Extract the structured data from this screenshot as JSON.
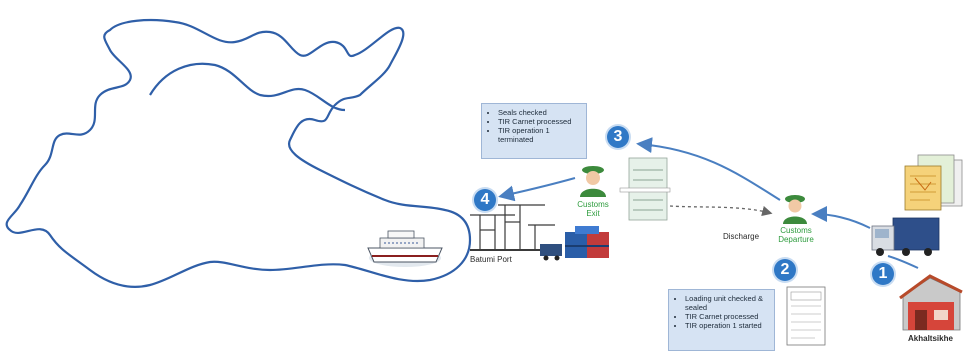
{
  "callouts": {
    "exit": {
      "items": [
        "Seals checked",
        "TIR Carnet processed",
        "TIR operation 1 terminated"
      ]
    },
    "departure": {
      "items": [
        "Loading unit checked & sealed",
        "TIR Carnet processed",
        "TIR operation 1 started"
      ]
    }
  },
  "labels": {
    "customs_exit_line1": "Customs",
    "customs_exit_line2": "Exit",
    "customs_departure_line1": "Customs",
    "customs_departure_line2": "Departure",
    "discharge": "Discharge",
    "batumi_port": "Batumi Port",
    "akhaltsikhe": "Akhaltsikhe"
  },
  "steps": {
    "one": "1",
    "two": "2",
    "three": "3",
    "four": "4"
  },
  "colors": {
    "coastline": "#2f5fa8",
    "arrow": "#4a7fc1",
    "step_badge": "#2f78c6",
    "customs_green": "#2e9c3e",
    "callout_bg": "#d6e3f3"
  },
  "icons": [
    "customs-officer-icon",
    "ferry-icon",
    "port-crane-icon",
    "container-stack-icon",
    "truck-icon",
    "tir-document-icon",
    "warehouse-icon"
  ]
}
